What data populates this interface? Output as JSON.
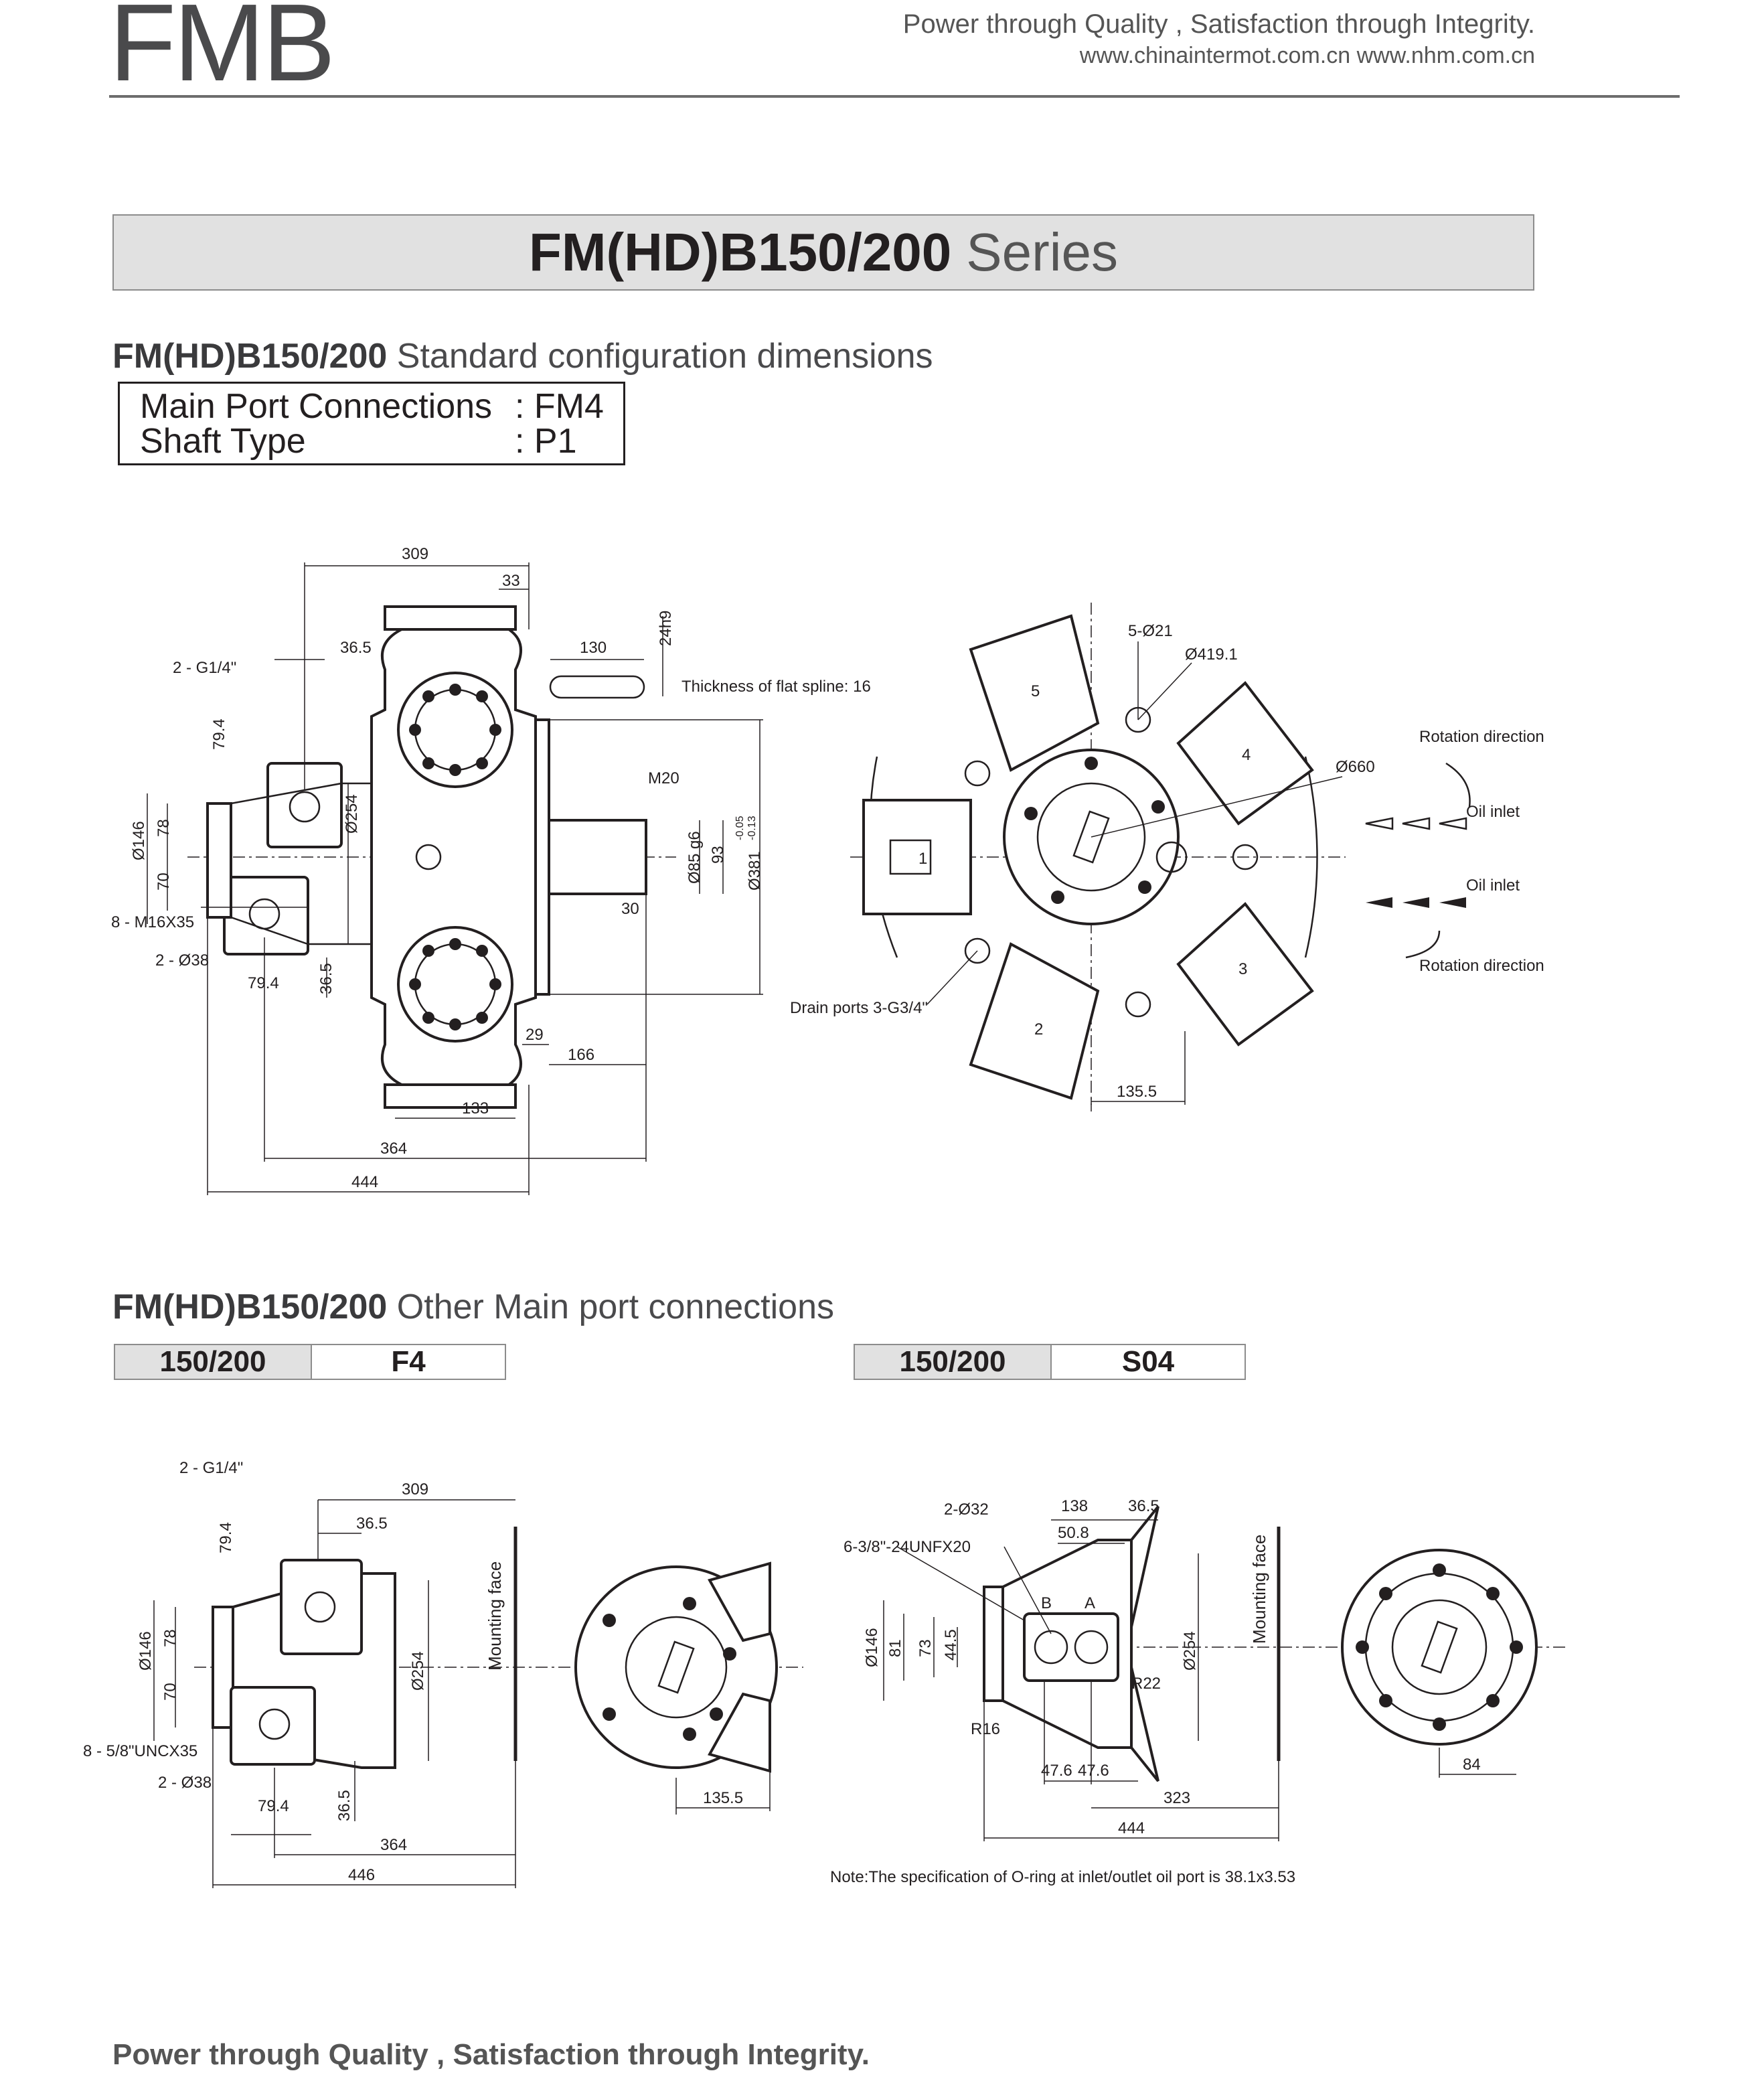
{
  "header": {
    "logo": "FMB",
    "slogan": "Power through Quality , Satisfaction through Integrity.",
    "website": "www.chinaintermot.com.cn  www.nhm.com.cn"
  },
  "series_title": {
    "model": "FM(HD)B150/200",
    "word": "Series"
  },
  "standard_section": {
    "model": "FM(HD)B150/200",
    "title": "Standard configuration dimensions",
    "spec": [
      {
        "label": "Main Port Connections",
        "value": ": FM4"
      },
      {
        "label": "Shaft Type",
        "value": ": P1"
      }
    ]
  },
  "drawing1": {
    "labels": {
      "d309": "309",
      "d33": "33",
      "d24h9": "24h9",
      "d36_5": "36.5",
      "d130": "130",
      "g14": "2 - G1/4\"",
      "spline": "Thickness of flat spline: 16",
      "d79_4": "79.4",
      "d254": "Ø254",
      "m20": "M20",
      "d146": "Ø146",
      "d78": "78",
      "d70": "70",
      "d85": "Ø85 g6",
      "d93": "93",
      "d381": "Ø381",
      "tol_up": "-0.05",
      "tol_dn": "-0.13",
      "d30": "30",
      "m16": "8 - M16X35",
      "d38": "2 - Ø38",
      "d79_4b": "79.4",
      "d36_5b": "36.5",
      "d29": "29",
      "d166": "166",
      "d133": "133",
      "d364": "364",
      "d444": "444"
    }
  },
  "drawing2": {
    "labels": {
      "d5_21": "5-Ø21",
      "d419": "Ø419.1",
      "d660": "Ø660",
      "rot1": "Rotation direction",
      "oil1": "Oil inlet",
      "oil2": "Oil inlet",
      "rot2": "Rotation direction",
      "drain": "Drain ports 3-G3/4\"",
      "d135_5": "135.5",
      "cyl1": "1",
      "cyl2": "2",
      "cyl3": "3",
      "cyl4": "4",
      "cyl5": "5"
    }
  },
  "other_section": {
    "model": "FM(HD)B150/200",
    "title": "Other Main port connections",
    "tables": [
      {
        "size": "150/200",
        "code": "F4"
      },
      {
        "size": "150/200",
        "code": "S04"
      }
    ]
  },
  "drawing3": {
    "labels": {
      "g14": "2 - G1/4\"",
      "d309": "309",
      "d36_5": "36.5",
      "d79_4": "79.4",
      "mount": "Mounting face",
      "d146": "Ø146",
      "d78": "78",
      "d70": "70",
      "d254": "Ø254",
      "unc": "8 - 5/8\"UNCX35",
      "d38": "2 - Ø38",
      "d79_4b": "79.4",
      "d36_5b": "36.5",
      "d364": "364",
      "d446": "446",
      "d135_5": "135.5"
    }
  },
  "drawing4": {
    "labels": {
      "d2_32": "2-Ø32",
      "d138": "138",
      "d36_5": "36.5",
      "d50_8": "50.8",
      "unf": "6-3/8\"-24UNFX20",
      "mount": "Mounting face",
      "portB": "B",
      "portA": "A",
      "d146": "Ø146",
      "d81": "81",
      "d73": "73",
      "d44_5": "44.5",
      "d254": "Ø254",
      "r22": "R22",
      "r16": "R16",
      "d47_6a": "47.6",
      "d47_6b": "47.6",
      "d323": "323",
      "d444": "444",
      "d84": "84"
    }
  },
  "note": "Note:The specification of O-ring at inlet/outlet oil port is 38.1x3.53",
  "footer": {
    "slogan": "Power through Quality , Satisfaction through Integrity."
  }
}
